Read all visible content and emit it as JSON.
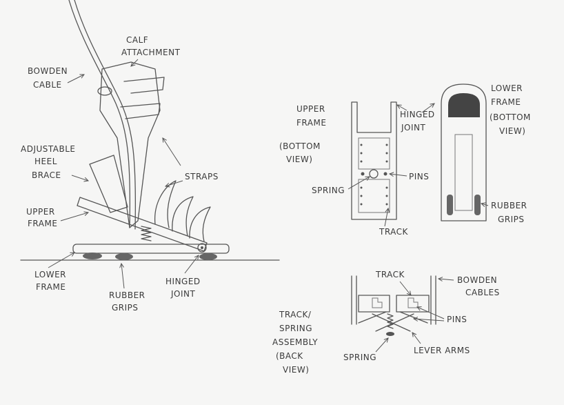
{
  "side_view": {
    "calf_attachment": [
      "CALF",
      "ATTACHMENT"
    ],
    "bowden_cable": [
      "BOWDEN",
      "CABLE"
    ],
    "heel_brace": [
      "ADJUSTABLE",
      "HEEL",
      "BRACE"
    ],
    "straps": "STRAPS",
    "upper_frame": [
      "UPPER",
      "FRAME"
    ],
    "lower_frame": [
      "LOWER",
      "FRAME"
    ],
    "rubber_grips": [
      "RUBBER",
      "GRIPS"
    ],
    "hinged_joint": [
      "HINGED",
      "JOINT"
    ]
  },
  "upper_frame_view": {
    "title": [
      "UPPER",
      "FRAME",
      "(BOTTOM",
      "VIEW)"
    ],
    "hinged_joint": [
      "HINGED",
      "JOINT"
    ],
    "pins": "PINS",
    "spring": "SPRING",
    "track": "TRACK"
  },
  "lower_frame_view": {
    "title": [
      "LOWER",
      "FRAME",
      "(BOTTOM",
      "VIEW)"
    ],
    "rubber_grips": [
      "RUBBER",
      "GRIPS"
    ]
  },
  "track_assembly_view": {
    "title": [
      "TRACK/",
      "SPRING",
      "ASSEMBLY",
      "(BACK",
      "VIEW)"
    ],
    "track": "TRACK",
    "bowden_cables": [
      "BOWDEN",
      "CABLES"
    ],
    "pins": "PINS",
    "spring": "SPRING",
    "lever_arms": "LEVER ARMS"
  }
}
